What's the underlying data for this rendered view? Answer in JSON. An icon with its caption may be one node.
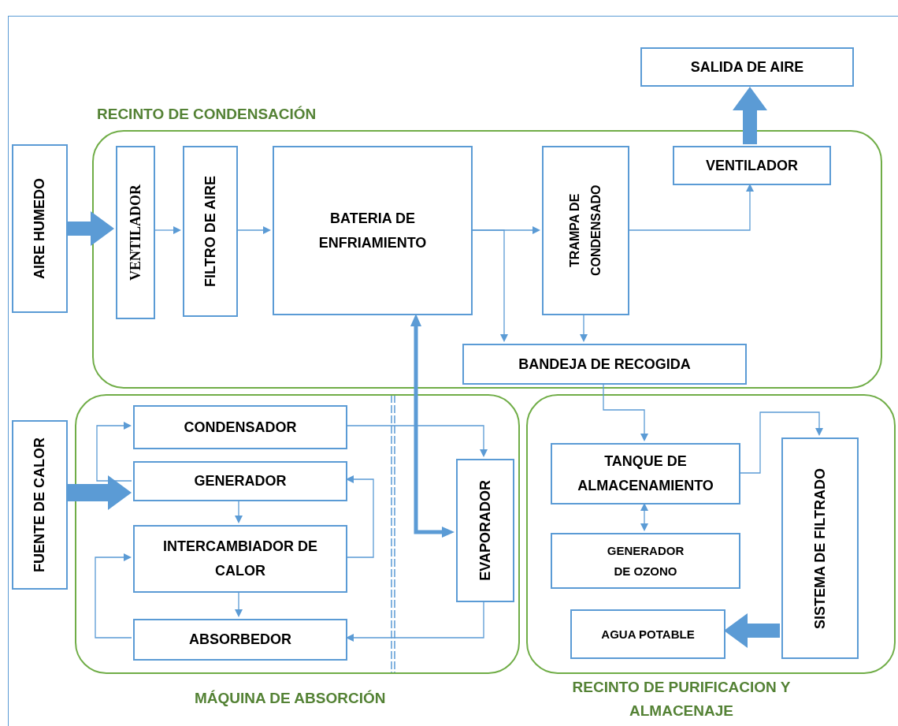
{
  "diagram": {
    "nodes": [
      {
        "text": [
          "SALIDA DE AIRE"
        ]
      },
      {
        "text": [
          "RECINTO DE CONDENSACIÓN"
        ]
      },
      {
        "text": [
          "AIRE HUMEDO"
        ]
      },
      {
        "text": [
          "VENTILADOR"
        ],
        "in": 1
      },
      {
        "text": [
          "FILTRO DE AIRE"
        ],
        "in": 1
      },
      {
        "text": [
          "BATERIA DE ENFRIAMIENTO"
        ],
        "in": 1
      },
      {
        "text": [
          "TRAMPA DE CONDENSADO"
        ],
        "in": 1
      },
      {
        "text": [
          "VENTILADOR"
        ],
        "in": 1
      },
      {
        "text": [
          "BANDEJA DE RECOGIDA"
        ],
        "in": 1
      },
      {
        "text": [
          "MÁQUINA DE ABSORCIÓN"
        ]
      },
      {
        "text": [
          "FUENTE DE CALOR"
        ]
      },
      {
        "text": [
          "CONDENSADOR"
        ],
        "in": 9
      },
      {
        "text": [
          "GENERADOR"
        ],
        "in": 9
      },
      {
        "text": [
          "INTERCAMBIADOR DE CALOR"
        ],
        "in": 9
      },
      {
        "text": [
          "ABSORBEDOR"
        ],
        "in": 9
      },
      {
        "text": [
          "EVAPORADOR"
        ],
        "in": 9
      },
      {
        "text": [
          "RECINTO DE PURIFICACION Y ALMACENAJE"
        ]
      },
      {
        "text": [
          "TANQUE DE ALMACENAMIENTO"
        ],
        "in": 16
      },
      {
        "text": [
          "SISTEMA DE FILTRADO"
        ],
        "in": 16
      },
      {
        "text": [
          "GENERADOR DE OZONO"
        ],
        "in": 16
      },
      {
        "text": [
          "AGUA POTABLE"
        ],
        "in": 16
      }
    ],
    "edges": [
      {
        "from": 2,
        "to": 3,
        "arrow": "to",
        "style": "thick"
      },
      {
        "from": 3,
        "to": 4,
        "arrow": "to"
      },
      {
        "from": 4,
        "to": 5,
        "arrow": "to"
      },
      {
        "from": 5,
        "to": 6,
        "arrow": "to"
      },
      {
        "from": 5,
        "to": 8,
        "arrow": "to"
      },
      {
        "from": 6,
        "to": 8,
        "arrow": "to"
      },
      {
        "from": 6,
        "to": 7,
        "arrow": "to"
      },
      {
        "from": 7,
        "to": 0,
        "arrow": "to",
        "style": "thick"
      },
      {
        "from": 8,
        "to": 17,
        "arrow": "to"
      },
      {
        "from": 5,
        "to": 15,
        "arrow": "both",
        "style": "thick"
      },
      {
        "from": 10,
        "to": 12,
        "arrow": "to",
        "style": "thick"
      },
      {
        "from": 12,
        "to": 11,
        "arrow": "to"
      },
      {
        "from": 11,
        "to": 15,
        "arrow": "to"
      },
      {
        "from": 12,
        "to": 13,
        "arrow": "to"
      },
      {
        "from": 13,
        "to": 12,
        "arrow": "to"
      },
      {
        "from": 13,
        "to": 14,
        "arrow": "to"
      },
      {
        "from": 14,
        "to": 13,
        "arrow": "to"
      },
      {
        "from": 15,
        "to": 14,
        "arrow": "to"
      },
      {
        "from": 17,
        "to": 18,
        "arrow": "to"
      },
      {
        "from": 17,
        "to": 19,
        "arrow": "both"
      },
      {
        "from": 18,
        "to": 20,
        "arrow": "to",
        "style": "thick"
      }
    ]
  }
}
